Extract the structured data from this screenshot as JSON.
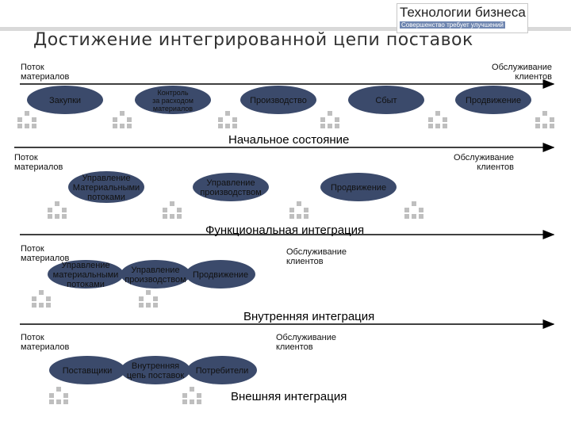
{
  "brand": {
    "name": "Технологии бизнеса",
    "tagline": "Совершенство требует улучшений"
  },
  "title": "Достижение интегрированной цепи поставок",
  "stages": [
    {
      "caption": "Начальное состояние",
      "left_label": [
        "Поток",
        "материалов"
      ],
      "right_label": [
        "Обслуживание",
        "клиентов"
      ],
      "nodes": [
        {
          "lines": [
            "Закупки"
          ]
        },
        {
          "lines": [
            "Контроль",
            "за расходом",
            "материалов"
          ]
        },
        {
          "lines": [
            "Производство"
          ]
        },
        {
          "lines": [
            "Сбыт"
          ]
        },
        {
          "lines": [
            "Продвижение"
          ]
        }
      ]
    },
    {
      "caption": "Функциональная интеграция",
      "left_label": [
        "Поток",
        "материалов"
      ],
      "right_label": [
        "Обслуживание",
        "клиентов"
      ],
      "nodes": [
        {
          "lines": [
            "Управление",
            "Материальными",
            "потоками"
          ]
        },
        {
          "lines": [
            "Управление",
            "производством"
          ]
        },
        {
          "lines": [
            "Продвижение"
          ]
        }
      ]
    },
    {
      "caption": "Внутренняя интеграция",
      "left_label": [
        "Поток",
        "материалов"
      ],
      "right_label": [
        "Обслуживание",
        "клиентов"
      ],
      "nodes": [
        {
          "lines": [
            "Управление",
            "материальными",
            "потоками"
          ]
        },
        {
          "lines": [
            "Управление",
            "производством"
          ]
        },
        {
          "lines": [
            "Продвижение"
          ]
        }
      ]
    },
    {
      "caption": "Внешняя интеграция",
      "left_label": [
        "Поток",
        "материалов"
      ],
      "right_label": [
        "Обслуживание",
        "клиентов"
      ],
      "nodes": [
        {
          "lines": [
            "Поставщики"
          ]
        },
        {
          "lines": [
            "Внутренняя",
            "цепь поставок"
          ]
        },
        {
          "lines": [
            "Потребители"
          ]
        }
      ]
    }
  ],
  "colors": {
    "node_fill": "#3b4a6b",
    "node_text": "#111111",
    "arrow": "#000000",
    "deco_squares": "#bfbfbf",
    "brand_tag_bg": "#6f86b0"
  },
  "icons": {
    "decoration": "grey-square-cluster-icon",
    "flow": "arrow-right-icon"
  }
}
